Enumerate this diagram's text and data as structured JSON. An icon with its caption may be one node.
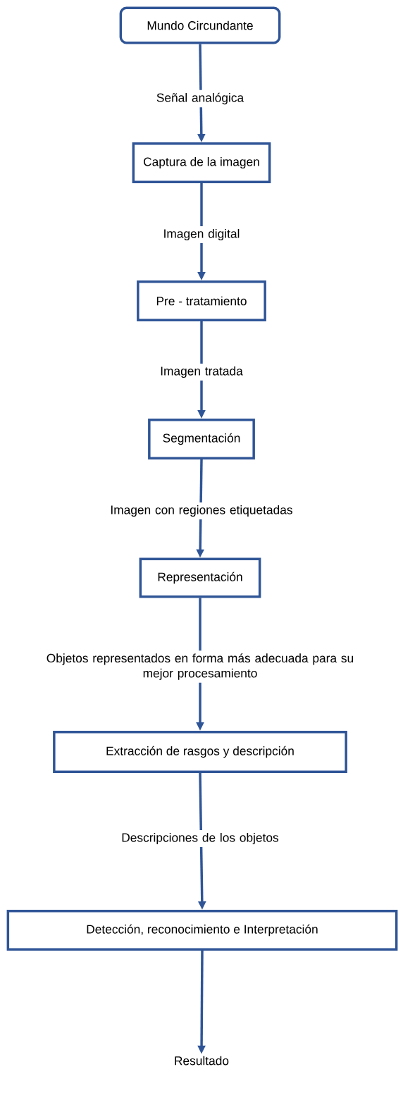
{
  "diagram": {
    "nodes": [
      {
        "text": [
          "Mundo Circundante"
        ]
      },
      {
        "text": [
          "Captura de la imagen"
        ]
      },
      {
        "text": [
          "Pre - tratamiento"
        ]
      },
      {
        "text": [
          "Segmentación"
        ]
      },
      {
        "text": [
          "Representación"
        ]
      },
      {
        "text": [
          "Extracción de rasgos y descripción"
        ]
      },
      {
        "text": [
          "Detección, reconocimiento e Interpretación"
        ]
      },
      {
        "text": [
          "Resultado"
        ]
      }
    ],
    "edges": [
      {
        "from": 0,
        "to": 1,
        "arrow": "to",
        "label": "Señal analógica"
      },
      {
        "from": 1,
        "to": 2,
        "arrow": "to",
        "label": "Imagen digital"
      },
      {
        "from": 2,
        "to": 3,
        "arrow": "to",
        "label": "Imagen tratada"
      },
      {
        "from": 3,
        "to": 4,
        "arrow": "to",
        "label": "Imagen con regiones etiquetadas"
      },
      {
        "from": 4,
        "to": 5,
        "arrow": "to",
        "label": "Objetos representados en forma más adecuada para su mejor procesamiento"
      },
      {
        "from": 5,
        "to": 6,
        "arrow": "to",
        "label": "Descripciones de los objetos"
      },
      {
        "from": 6,
        "to": 7,
        "arrow": "to"
      }
    ]
  }
}
